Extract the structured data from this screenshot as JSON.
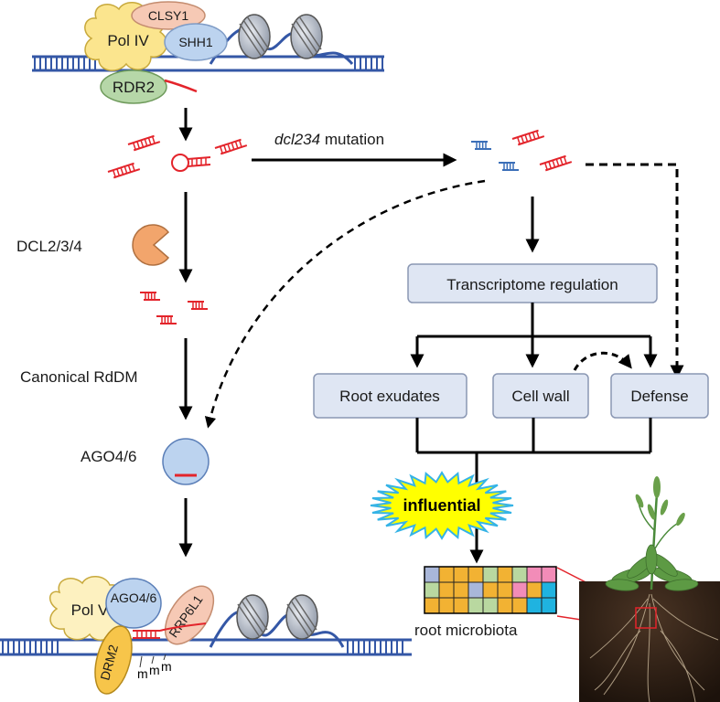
{
  "proteins_top": {
    "clsy1": "CLSY1",
    "pol4": "Pol IV",
    "shh1": "SHH1",
    "rdr2": "RDR2"
  },
  "left_pathway": {
    "dcl": "DCL2/3/4",
    "canonical": "Canonical RdDM",
    "ago": "AGO4/6"
  },
  "mutation": {
    "gene": "dcl234",
    "suffix": " mutation"
  },
  "boxes": {
    "transcriptome": "Transcriptome regulation",
    "root_exudates": "Root exudates",
    "cell_wall": "Cell wall",
    "defense": "Defense"
  },
  "burst": "influential",
  "microbiota_label": "root microbiota",
  "proteins_bottom": {
    "pol5": "Pol V",
    "ago": "AGO4/6",
    "rrp6l1": "RRP6L1",
    "drm2": "DRM2",
    "methyl": "m"
  },
  "microbiota_grid": {
    "rows": [
      [
        "#a9b7d9",
        "#f2b233",
        "#f2b233",
        "#f2b233",
        "#b9d8a0",
        "#f2b233",
        "#b9d8a0",
        "#f28cb8",
        "#f28cb8"
      ],
      [
        "#b9d8a0",
        "#f2b233",
        "#f2b233",
        "#a9b7d9",
        "#f2b233",
        "#f2b233",
        "#f28cb8",
        "#f2b233",
        "#1fb3e0"
      ],
      [
        "#f2b233",
        "#f2b233",
        "#f2b233",
        "#b9d8a0",
        "#b9d8a0",
        "#f2b233",
        "#f2b233",
        "#1fb3e0",
        "#1fb3e0"
      ]
    ]
  }
}
